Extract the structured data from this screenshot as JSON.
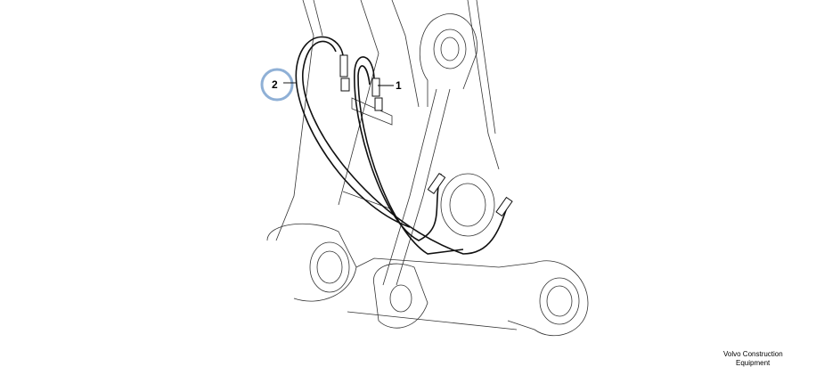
{
  "diagram": {
    "callouts": [
      {
        "id": "1",
        "label": "1"
      },
      {
        "id": "2",
        "label": "2"
      }
    ],
    "highlight_color": "#8fb0d6",
    "brand": {
      "line1": "Volvo Construction",
      "line2": "Equipment"
    }
  }
}
